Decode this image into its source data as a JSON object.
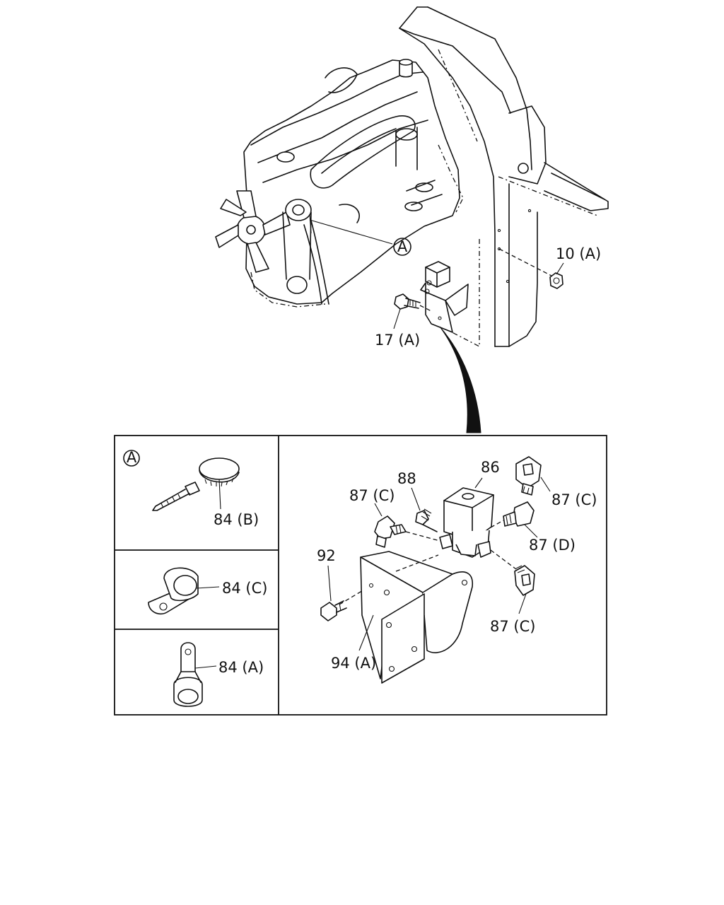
{
  "callouts": {
    "detail_marker": "A",
    "inset_marker": "A",
    "p10a": "10 (A)",
    "p17a": "17 (A)",
    "p84b": "84 (B)",
    "p84c": "84 (C)",
    "p84a": "84 (A)",
    "p86": "86",
    "p88": "88",
    "p87c_left": "87 (C)",
    "p87c_top": "87 (C)",
    "p87d": "87 (D)",
    "p87c_bottom": "87 (C)",
    "p92": "92",
    "p94a": "94 (A)"
  }
}
